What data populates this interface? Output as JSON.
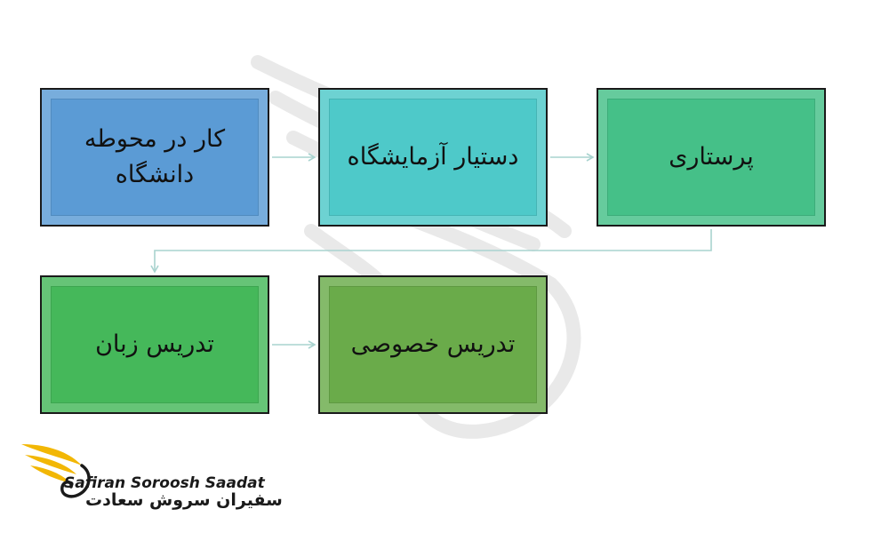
{
  "diagram": {
    "boxes": [
      {
        "id": "campus",
        "label": "کار در محوطه دانشگاه",
        "color": "#5b9bd5"
      },
      {
        "id": "lab",
        "label": "دستیار آزمایشگاه",
        "color": "#4ec9c9"
      },
      {
        "id": "nursing",
        "label": "پرستاری",
        "color": "#45c088"
      },
      {
        "id": "language",
        "label": "تدریس زبان",
        "color": "#45b85a"
      },
      {
        "id": "private",
        "label": "تدریس خصوصی",
        "color": "#6aab4a"
      }
    ],
    "connector_color": "#a9d3cf"
  },
  "logo": {
    "name_en": "Safiran Soroosh Saadat",
    "name_fa": "سفیران سروش سعادت",
    "accent": "#f2b705"
  }
}
